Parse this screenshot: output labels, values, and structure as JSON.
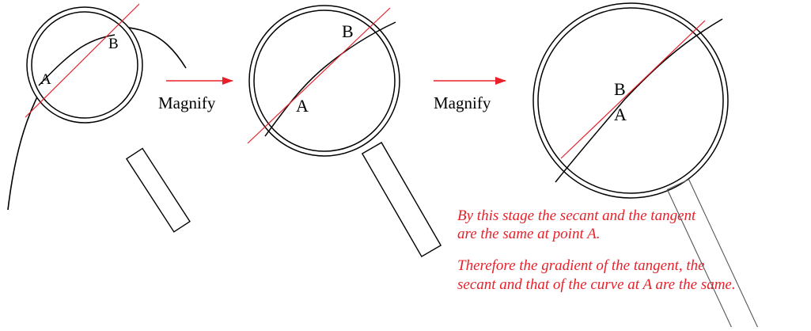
{
  "colors": {
    "ink": "#000000",
    "accent": "#e8202a",
    "handle_light": "#555555",
    "background": "#ffffff"
  },
  "panels": [
    {
      "label_a": "A",
      "label_b": "B"
    },
    {
      "label_a": "A",
      "label_b": "B"
    },
    {
      "label_a": "A",
      "label_b": "B"
    }
  ],
  "arrows": [
    {
      "label": "Magnify"
    },
    {
      "label": "Magnify"
    }
  ],
  "notes": [
    {
      "line1": "By this stage the secant and the tangent",
      "line2": "are the same at point A."
    },
    {
      "line1": "Therefore the gradient of the tangent, the",
      "line2": "secant and that of the curve at A are the same."
    }
  ]
}
